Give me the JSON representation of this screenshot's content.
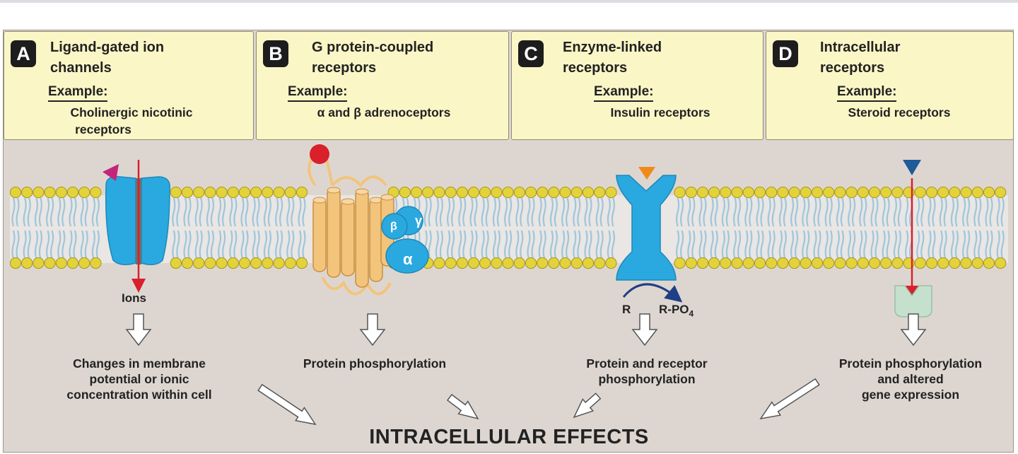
{
  "columns": [
    {
      "letter": "A",
      "title_lines": [
        "Ligand-gated ion",
        "channels"
      ],
      "example_label": "Example:",
      "example_lines": [
        "Cholinergic nicotinic",
        "receptors"
      ],
      "outcome_lines": [
        "Changes in membrane",
        "potential or ionic",
        "concentration within cell"
      ]
    },
    {
      "letter": "B",
      "title_lines": [
        "G protein-coupled",
        "receptors"
      ],
      "example_label": "Example:",
      "example_lines": [
        "α and β adrenoceptors"
      ],
      "outcome_lines": [
        "Protein phosphorylation"
      ]
    },
    {
      "letter": "C",
      "title_lines": [
        "Enzyme-linked",
        "receptors"
      ],
      "example_label": "Example:",
      "example_lines": [
        "Insulin receptors"
      ],
      "outcome_lines": [
        "Protein and receptor",
        "phosphorylation"
      ]
    },
    {
      "letter": "D",
      "title_lines": [
        "Intracellular",
        "receptors"
      ],
      "example_label": "Example:",
      "example_lines": [
        "Steroid receptors"
      ],
      "outcome_lines": [
        "Protein phosphorylation",
        "and altered",
        "gene expression"
      ]
    }
  ],
  "labels": {
    "ions": "Ions",
    "r": "R",
    "r_po4": "R-PO",
    "r_po4_sub": "4",
    "gamma": "γ",
    "beta": "β",
    "alpha": "α"
  },
  "footer": "INTRACELLULAR EFFECTS",
  "colors": {
    "header_fill": "#fbf6c6",
    "membrane_bg": "#ddd6d0",
    "lipid_head": "#e3d33a",
    "lipid_tail": "#9ec6db",
    "receptor_blue": "#2aa9e0",
    "gpcr_orange": "#f2c47c",
    "ligand_red": "#d9202b",
    "ligand_magenta": "#c4257a",
    "ligand_orange": "#f08a1a",
    "ligand_navy": "#1f5a99",
    "enzyme_green": "#c5e0cc",
    "arrow_red": "#d9202b",
    "arrow_navy": "#1f3f86"
  }
}
